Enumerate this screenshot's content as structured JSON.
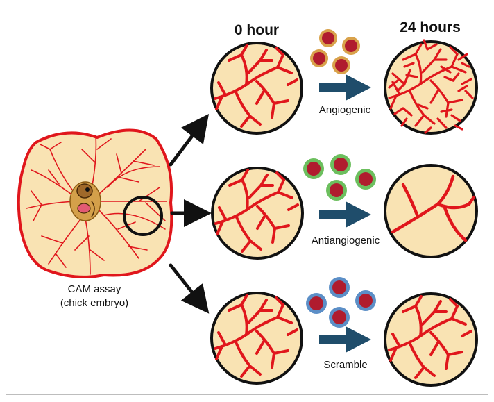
{
  "columns": {
    "before": "0 hour",
    "after": "24 hours"
  },
  "source": {
    "line1": "CAM assay",
    "line2": "(chick embryo)"
  },
  "treatments": [
    {
      "label": "Angiogenic"
    },
    {
      "label": "Antiangiogenic"
    },
    {
      "label": "Scramble"
    }
  ],
  "colors": {
    "vessel": "#e0161c",
    "dish_fill": "#f9e3b3",
    "dish_ring": "#111111",
    "arrow": "#1f4d6b",
    "particle": "#b01c2e",
    "spikes_angiogenic": "#d9a24b",
    "spikes_antiangiogenic": "#6cbf5e",
    "spikes_scramble": "#5c8fc7"
  }
}
